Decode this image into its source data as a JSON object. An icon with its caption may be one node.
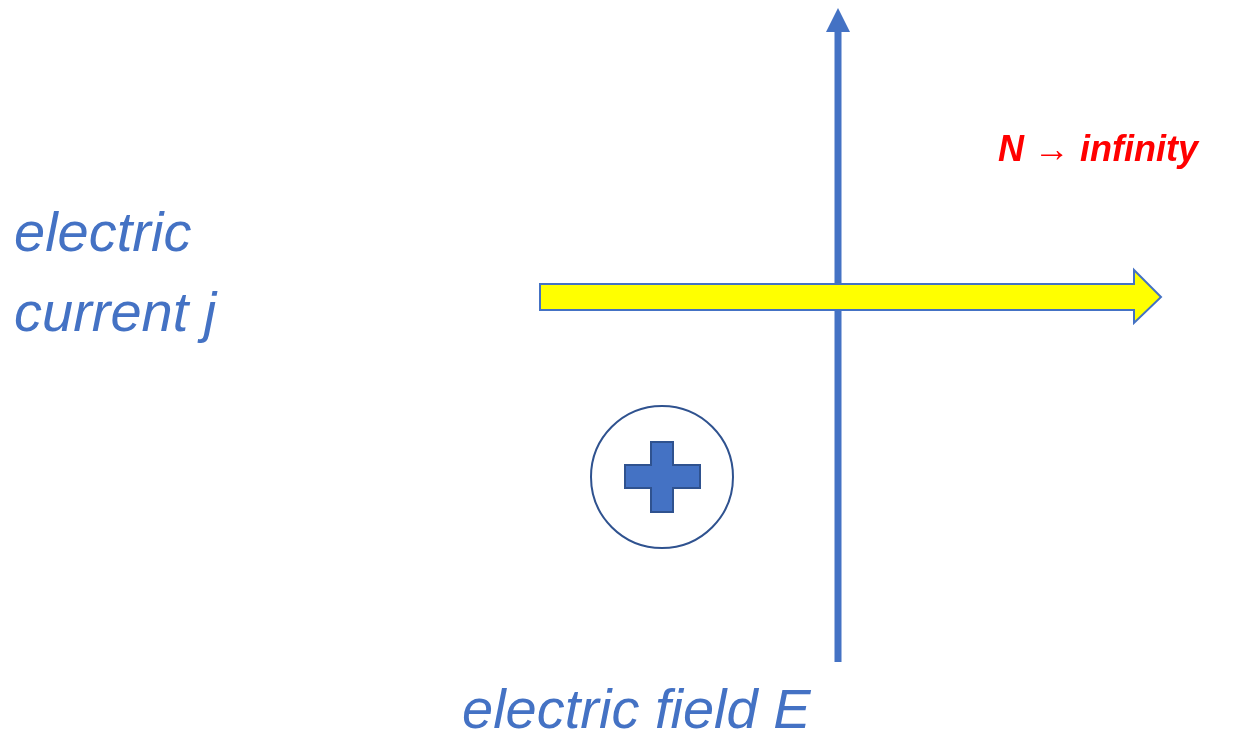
{
  "diagram": {
    "labels": [
      "N → infinity",
      "electric current j",
      "electric field E"
    ]
  }
}
